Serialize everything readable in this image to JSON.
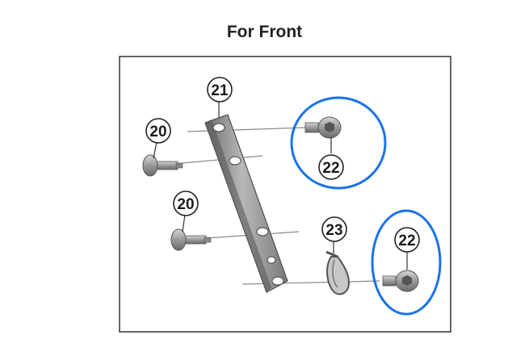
{
  "title": "For Front",
  "callouts": [
    {
      "id": "c21",
      "label": "21"
    },
    {
      "id": "c20a",
      "label": "20"
    },
    {
      "id": "c20b",
      "label": "20"
    },
    {
      "id": "c22a",
      "label": "22"
    },
    {
      "id": "c23",
      "label": "23"
    },
    {
      "id": "c22b",
      "label": "22"
    }
  ],
  "highlight_color": "#1a73e8"
}
